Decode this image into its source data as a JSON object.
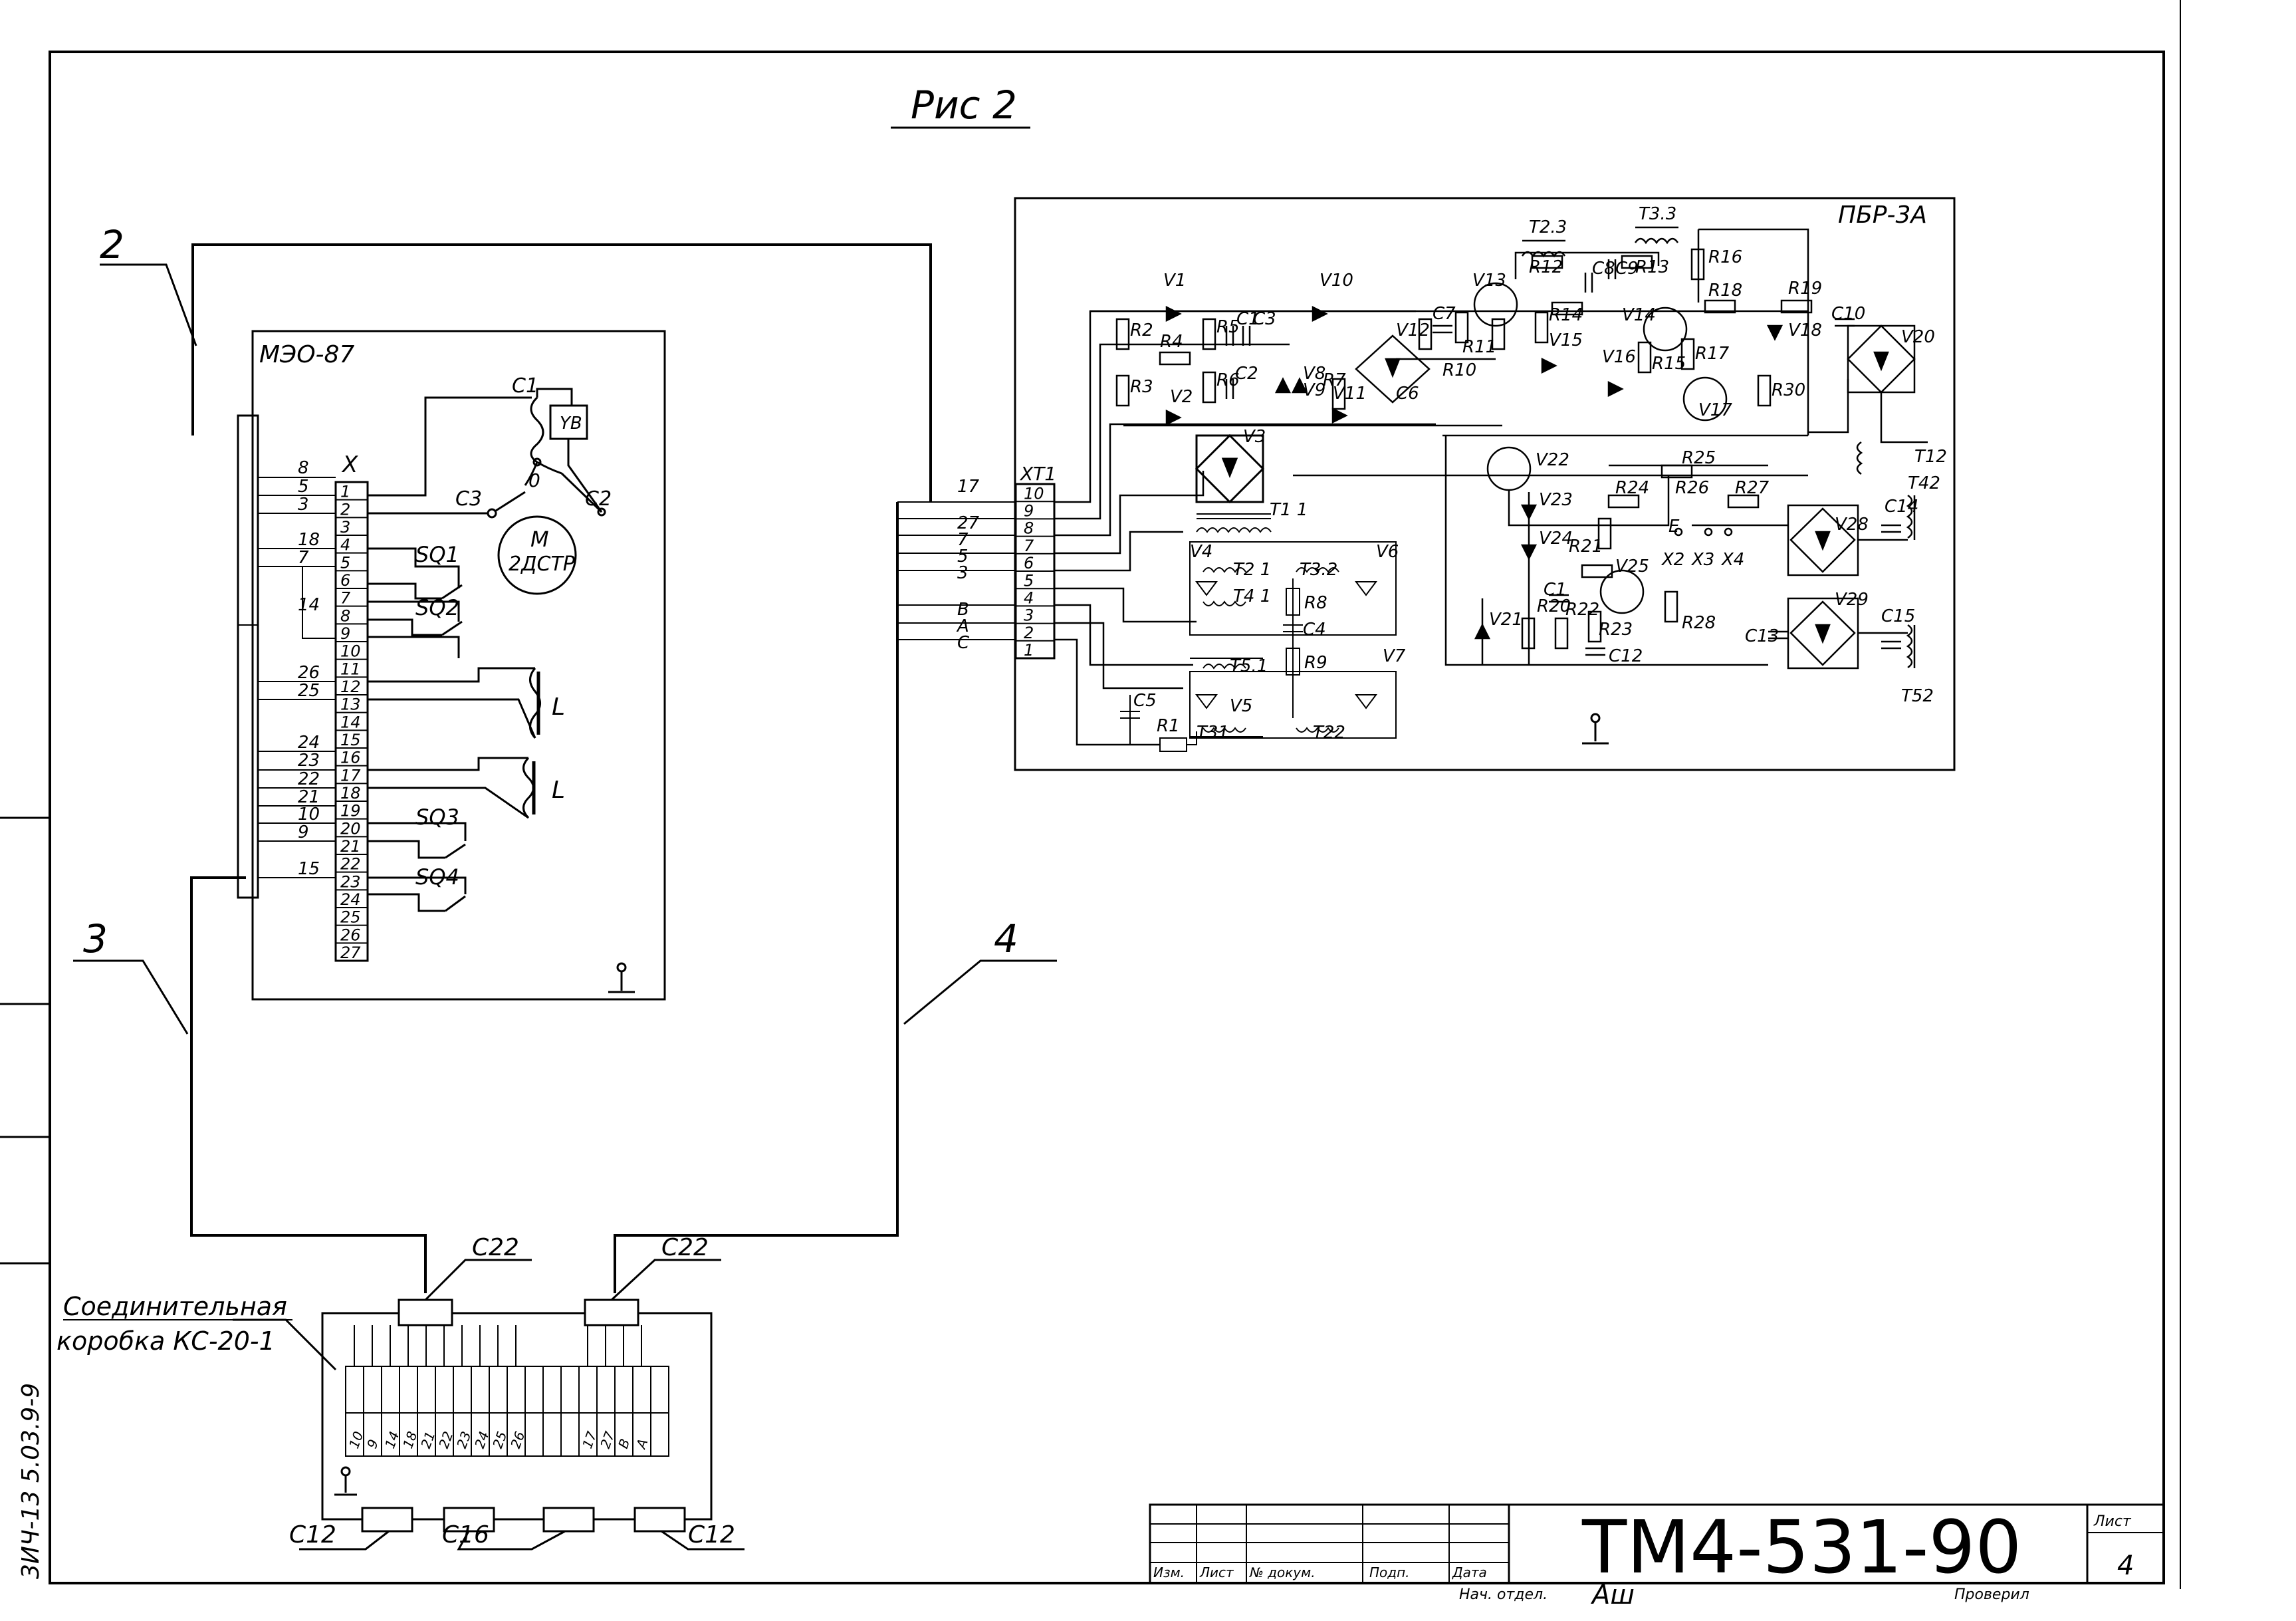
{
  "figure_title": "Рис 2",
  "callouts": {
    "c2": "2",
    "c3": "3",
    "c4": "4"
  },
  "meo": {
    "title": "МЭО-87",
    "strip_label": "X",
    "wire_numbers": [
      "8",
      "5",
      "3",
      "18",
      "7",
      "14",
      "26",
      "25",
      "24",
      "23",
      "22",
      "21",
      "10",
      "9",
      "15"
    ],
    "terminals": [
      "1",
      "2",
      "3",
      "4",
      "5",
      "6",
      "7",
      "8",
      "9",
      "10",
      "11",
      "12",
      "13",
      "14",
      "15",
      "16",
      "17",
      "18",
      "19",
      "20",
      "21",
      "22",
      "23",
      "24",
      "25",
      "26",
      "27"
    ],
    "motor_m": "M",
    "motor_type": "2ДСТР",
    "motor_nodes": {
      "c1": "C1",
      "c2": "C2",
      "c3": "C3",
      "zero": "0"
    },
    "yb": "YB",
    "switches": [
      "SQ1",
      "SQ2",
      "SQ3",
      "SQ4"
    ],
    "coil": "L"
  },
  "pbr": {
    "title": "ПБР-3А",
    "connector": "XT1",
    "pins": [
      "10",
      "9",
      "8",
      "7",
      "6",
      "5",
      "4",
      "3",
      "2",
      "1"
    ],
    "in_wires": [
      "17",
      "27",
      "7",
      "5",
      "3",
      "B",
      "A",
      "C"
    ],
    "components": {
      "r2": "R2",
      "r3": "R3",
      "r4": "R4",
      "r5": "R5",
      "r6": "R6",
      "r7": "R7",
      "r8": "R8",
      "r9": "R9",
      "r10": "R10",
      "r11": "R11",
      "r12": "R12",
      "r13": "R13",
      "r14": "R14",
      "r15": "R15",
      "r16": "R16",
      "r17": "R17",
      "r18": "R18",
      "r19": "R19",
      "r20": "R20",
      "r21": "R21",
      "r22": "R22",
      "r23": "R23",
      "r24": "R24",
      "r25": "R25",
      "r26": "R26",
      "r27": "R27",
      "r28": "R28",
      "r30": "R30",
      "r1": "R1",
      "c1": "C1",
      "c2": "C2",
      "c3": "C3",
      "c4": "C4",
      "c5": "C5",
      "c6": "C6",
      "c7": "C7",
      "c8": "C8",
      "c9": "C9",
      "c10": "C10",
      "c11": "C1",
      "c12": "C12",
      "c13": "C13",
      "c14": "C14",
      "c15": "C15",
      "v1": "V1",
      "v2": "V2",
      "v3": "V3",
      "v4": "V4",
      "v5": "V5",
      "v6": "V6",
      "v7": "V7",
      "v8": "V8",
      "v9": "V9",
      "v10": "V10",
      "v11": "V11",
      "v12": "V12",
      "v13": "V13",
      "v14": "V14",
      "v15": "V15",
      "v16": "V16",
      "v17": "V17",
      "v18": "V18",
      "v20": "V20",
      "v21": "V21",
      "v22": "V22",
      "v23": "V23",
      "v24": "V24",
      "v25": "V25",
      "v28": "V28",
      "v29": "V29",
      "t11": "T1 1",
      "t12": "T12",
      "t21": "T2 1",
      "t22": "T22",
      "t23": "T2.3",
      "t31": "T31",
      "t32": "T3.2",
      "t33": "T3.3",
      "t41": "T4 1",
      "t42": "T42",
      "t51": "T5.1",
      "t52": "T52",
      "x2": "X2",
      "x3": "X3",
      "x4": "X4",
      "e": "E"
    }
  },
  "box": {
    "title_line1": "Соединительная",
    "title_line2": "коробка КС-20-1",
    "glands_top": [
      "С22",
      "С22"
    ],
    "glands_bottom": [
      "С12",
      "С16",
      "С12"
    ],
    "terminal_labels": [
      "10",
      "9",
      "14",
      "18",
      "21",
      "22",
      "23",
      "24",
      "25",
      "26",
      "17",
      "27",
      "B",
      "A"
    ]
  },
  "title_block": {
    "doc_code": "ТМ4-531-90",
    "sheet_label": "Лист",
    "sheet_number": "4",
    "headers": [
      "Изм.",
      "Лист",
      "№ докум.",
      "Подп.",
      "Дата"
    ],
    "drawn_label": "Нач. отдел.",
    "checked_label": "Проверил",
    "signature": "Аш"
  },
  "margin_stamp": "3ИЧ-13  5.03.9-9"
}
